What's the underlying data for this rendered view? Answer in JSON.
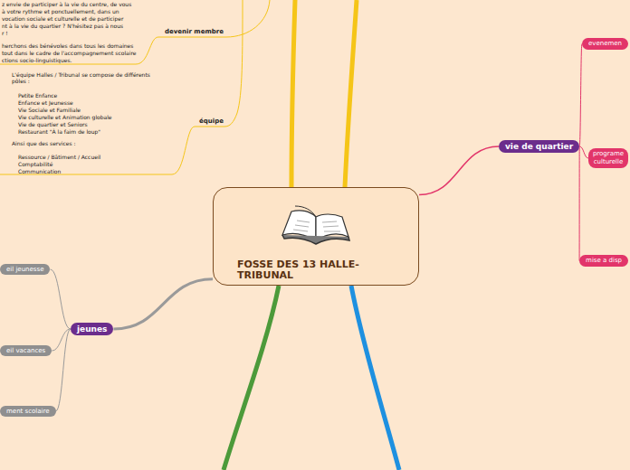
{
  "diagram": {
    "nodes": [
      {
        "text": [
          "FOSSE DES 13 HALLE-TRIBUNAL"
        ]
      },
      {
        "text": [
          "devenir membre"
        ]
      },
      {
        "text": [
          "équipe"
        ]
      },
      {
        "text": [
          "vie de quartier"
        ]
      },
      {
        "text": [
          "evenemen"
        ]
      },
      {
        "text": [
          "programe culturelle"
        ]
      },
      {
        "text": [
          "mise a disp"
        ]
      },
      {
        "text": [
          "jeunes"
        ]
      },
      {
        "text": [
          "eil jeunesse"
        ]
      },
      {
        "text": [
          "eil vacances"
        ]
      },
      {
        "text": [
          "ment scolaire"
        ]
      }
    ],
    "edges": [
      {
        "from": 0,
        "to": 3,
        "arrow": "none"
      },
      {
        "from": 3,
        "to": 4,
        "arrow": "none"
      },
      {
        "from": 3,
        "to": 5,
        "arrow": "none"
      },
      {
        "from": 3,
        "to": 6,
        "arrow": "none"
      },
      {
        "from": 0,
        "to": 7,
        "arrow": "none"
      },
      {
        "from": 7,
        "to": 8,
        "arrow": "none"
      },
      {
        "from": 7,
        "to": 9,
        "arrow": "none"
      },
      {
        "from": 7,
        "to": 10,
        "arrow": "none"
      }
    ],
    "labels": [
      "z envie de participer à la vie du centre, de vous",
      "à votre rythme et ponctuellement, dans un",
      "vocation sociale et culturelle et de participer",
      "nt à la vie du quartier ? N'hésitez pas à nous",
      "r !",
      "herchons des bénévoles dans tous les domaines",
      "tout dans le cadre de l'accompagnement scolaire",
      "ctions socio-linguistiques.",
      "L'équipe Halles / Tribunal se compose de différents pôles :",
      "Petite Enfance",
      "Enfance et Jeunesse",
      "Vie Sociale et Familiale",
      "Vie culturelle et Animation globale",
      "Vie de quartier et Seniors",
      "Restaurant \"À la faim de loup\"",
      "Ainsi que des services :",
      "Ressource / Bâtiment / Accueil",
      "Comptabilité",
      "Communication"
    ]
  }
}
